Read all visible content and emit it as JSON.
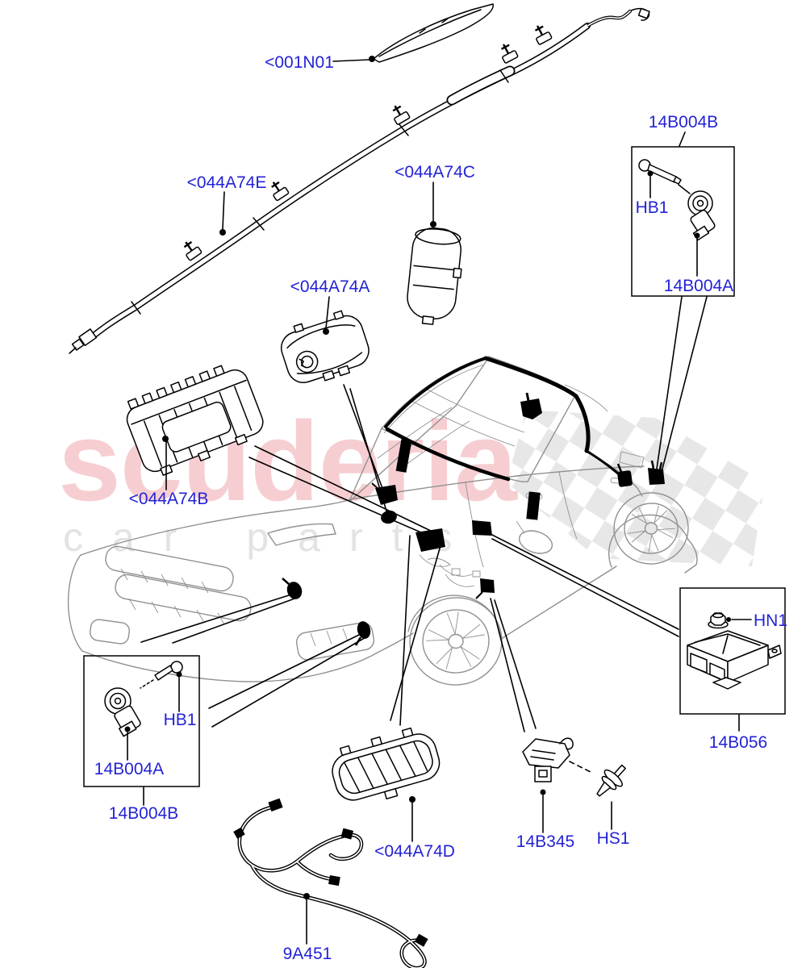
{
  "watermark": {
    "brand": "scuderia",
    "tagline": "car  parts"
  },
  "callouts": {
    "trim_001N01": "<001N01",
    "curtain_044A74E": "<044A74E",
    "driver_044A74A": "<044A74A",
    "inflator_044A74C": "<044A74C",
    "dash_044A74B": "<044A74B",
    "passenger_044A74D": "<044A74D",
    "top_kit_14B004B": "14B004B",
    "top_bolt_HB1": "HB1",
    "top_sensor_14B004A": "14B004A",
    "nut_HN1": "HN1",
    "module_14B056": "14B056",
    "bracket_14B345": "14B345",
    "rivet_HS1": "HS1",
    "bottom_bolt_HB1": "HB1",
    "bottom_sensor_14B004A": "14B004A",
    "bottom_kit_14B004B": "14B004B",
    "harness_9A451": "9A451"
  },
  "colors": {
    "label_blue": "#2323d6",
    "watermark_pink": "#f6ced1",
    "watermark_grey": "#e3e3e3",
    "car_line": "#909090",
    "checker_grey": "#d4d4d4",
    "line_black": "#000000"
  }
}
